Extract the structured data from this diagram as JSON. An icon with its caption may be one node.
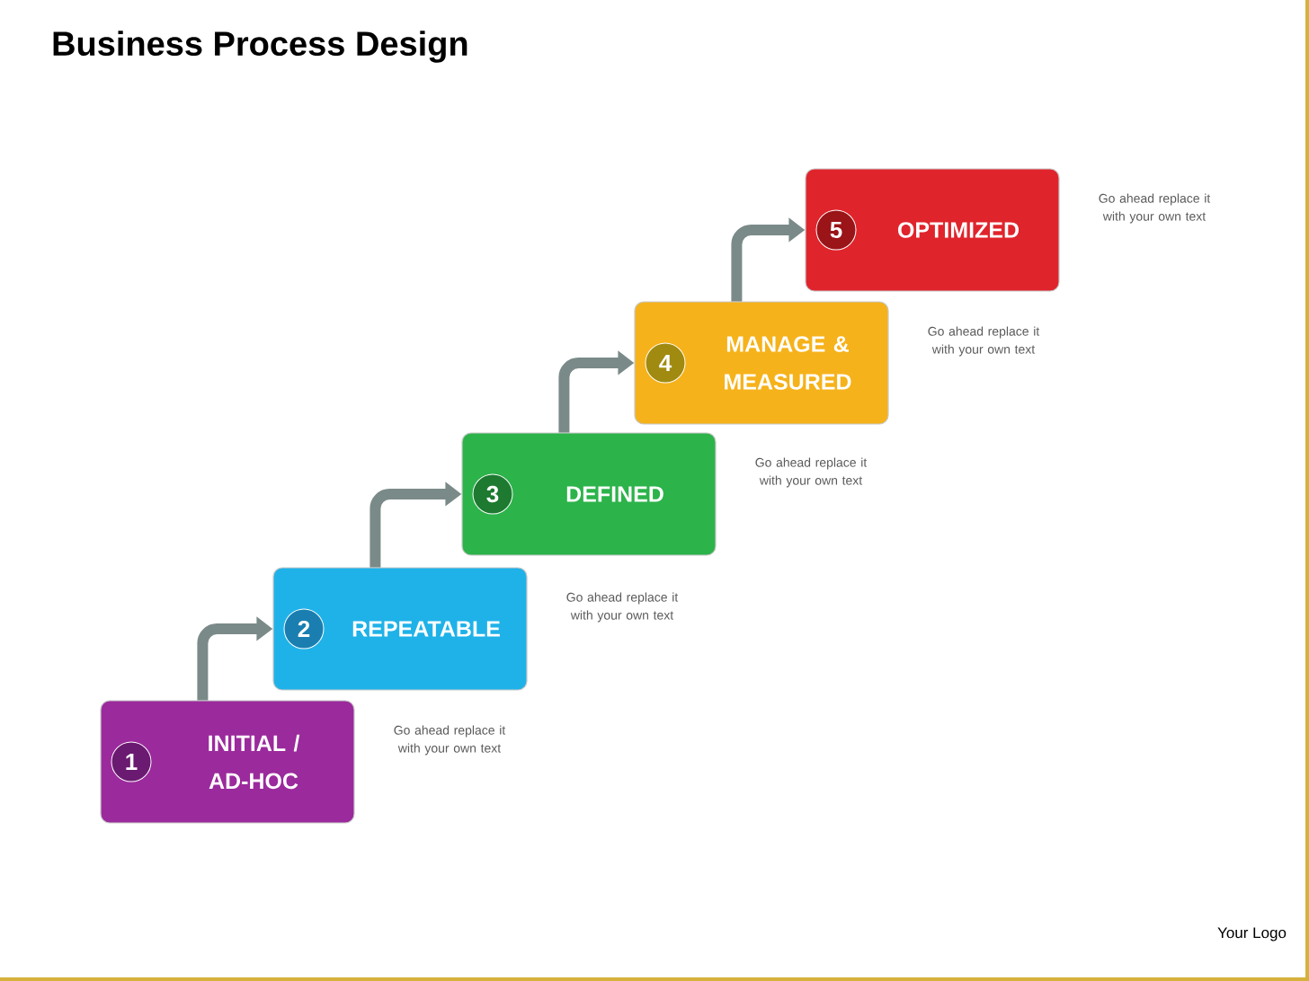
{
  "diagram": {
    "title": "Business Process Design",
    "nodes": [
      {
        "text": [
          "1",
          "INITIAL / AD-HOC"
        ],
        "beside": [
          "Go ahead replace it with your own text"
        ]
      },
      {
        "text": [
          "2",
          "REPEATABLE"
        ],
        "beside": [
          "Go ahead replace it with your own text"
        ]
      },
      {
        "text": [
          "3",
          "DEFINED"
        ],
        "beside": [
          "Go ahead replace it with your own text"
        ]
      },
      {
        "text": [
          "4",
          "MANAGE & MEASURED"
        ],
        "beside": [
          "Go ahead replace it with your own text"
        ]
      },
      {
        "text": [
          "5",
          "OPTIMIZED"
        ],
        "beside": [
          "Go ahead replace it with your own text"
        ]
      }
    ],
    "edges": [
      {
        "from": 0,
        "to": 1,
        "arrow": "to"
      },
      {
        "from": 1,
        "to": 2,
        "arrow": "to"
      },
      {
        "from": 2,
        "to": 3,
        "arrow": "to"
      },
      {
        "from": 3,
        "to": 4,
        "arrow": "to"
      }
    ],
    "labels": [
      "Your Logo"
    ]
  }
}
